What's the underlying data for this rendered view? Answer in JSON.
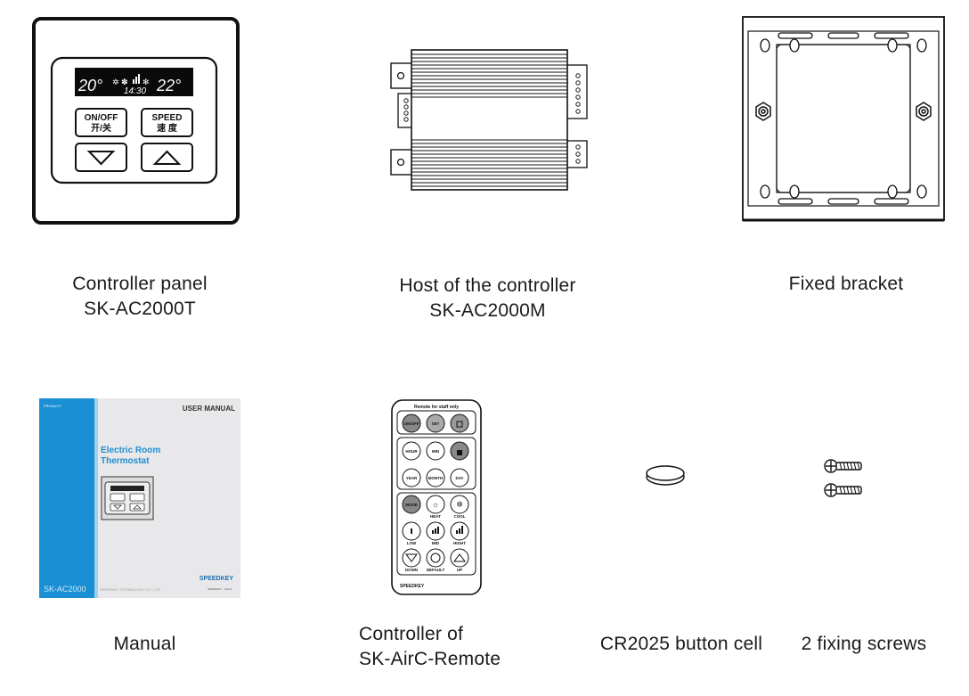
{
  "items": [
    {
      "id": "panel",
      "caption": [
        "Controller panel",
        "SK-AC2000T"
      ]
    },
    {
      "id": "host",
      "caption": [
        "Host of the controller",
        "SK-AC2000M"
      ]
    },
    {
      "id": "bracket",
      "caption": [
        "Fixed bracket"
      ]
    },
    {
      "id": "manual",
      "caption": [
        "Manual"
      ]
    },
    {
      "id": "remote",
      "caption": [
        "Controller of",
        "SK-AirC-Remote"
      ]
    },
    {
      "id": "battery",
      "caption": [
        "CR2025 button cell"
      ]
    },
    {
      "id": "screws",
      "caption": [
        "2 fixing screws"
      ]
    }
  ],
  "panel": {
    "display_left": "20°",
    "display_time": "14:30",
    "display_right": "22°",
    "onoff_en": "ON/OFF",
    "onoff_cn": "开/关",
    "speed_en": "SPEED",
    "speed_cn": "速 度"
  },
  "manual": {
    "product_label": "PRODUCT",
    "title": "USER MANUAL",
    "heading_line1": "Electric Room",
    "heading_line2": "Thermostat",
    "model": "SK-AC2000",
    "company": "SPEEDKEY TECHNOLOGY CO., LTD",
    "brand": "SPEEDKEY",
    "brand_sub": "SPEEDKEY · TECH"
  },
  "remote": {
    "header": "Remote for staff only",
    "row1": [
      "ON/OFF",
      "SET",
      ""
    ],
    "row2": [
      "HOUR",
      "MIN",
      ""
    ],
    "row3": [
      "YEAR",
      "MONTH",
      "DAY"
    ],
    "row4": [
      "MODE",
      "",
      ""
    ],
    "row4_labels": [
      "",
      "HEAT",
      "COOL"
    ],
    "row5_labels": [
      "LOW",
      "MID",
      "HIGHT"
    ],
    "row6_labels": [
      "DOWN",
      "DEFAULT",
      "UP"
    ],
    "brand": "SPEEDKEY"
  }
}
